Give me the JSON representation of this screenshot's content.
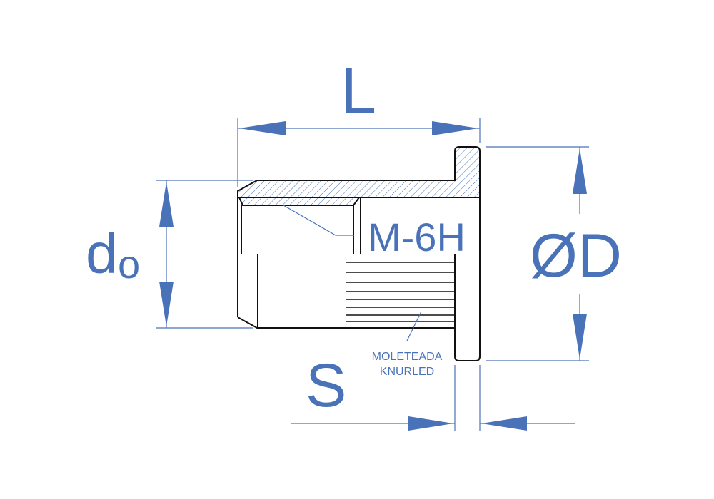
{
  "labels": {
    "length": "L",
    "inner_diameter": "d",
    "inner_diameter_sub": "o",
    "thread": "M-6H",
    "outer_diameter": "ØD",
    "flange_thickness": "S",
    "knurl_es": "MOLETEADA",
    "knurl_en": "KNURLED"
  },
  "colors": {
    "dimension": "#4a72b8",
    "outline": "#111111"
  }
}
